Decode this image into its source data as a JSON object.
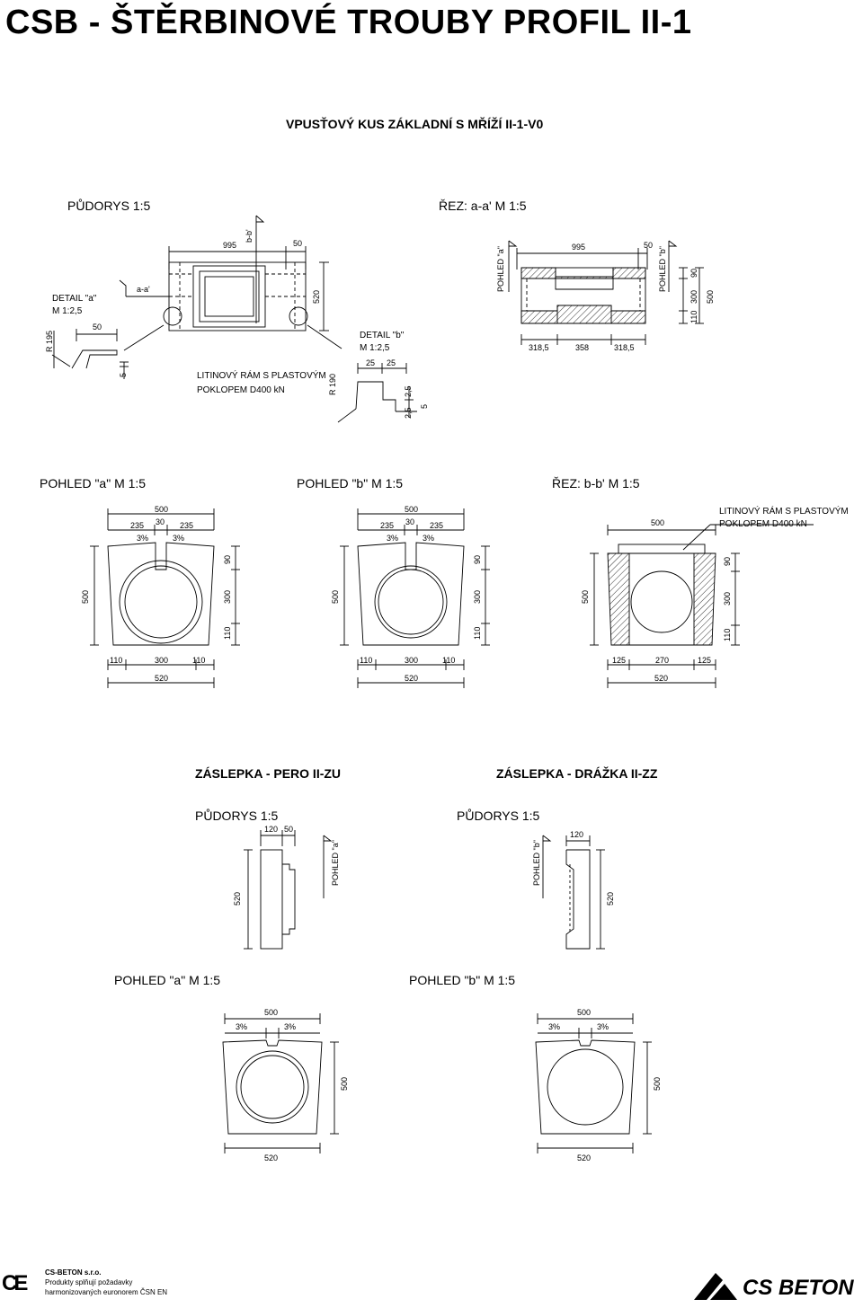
{
  "title": "CSB - ŠTĚRBINOVÉ TROUBY PROFIL II-1",
  "section1": {
    "heading": "VPUSŤOVÝ KUS ZÁKLADNÍ S MŘÍŽÍ II-1-V0",
    "plan_label": "PŮDORYS 1:5",
    "section_aa_label": "ŘEZ: a-a' M 1:5",
    "detail_a": [
      "DETAIL \"a\"",
      "M 1:2,5"
    ],
    "detail_b": [
      "DETAIL \"b\"",
      "M 1:2,5"
    ],
    "note": [
      "LITINOVÝ RÁM S PLASTOVÝM",
      "POKLOPEM D400 kN"
    ],
    "cut_aa": "a-a'",
    "cut_bb": "b-b'",
    "radius_195": "R 195",
    "radius_190": "R 190",
    "view_a_tag": "POHLED \"a\"",
    "view_b_tag": "POHLED \"b\"",
    "dims": {
      "plan_len": "995",
      "plan_end": "50",
      "plan_w": "520",
      "det_a_w": "50",
      "det_a_h": "5",
      "det_b_1": "25",
      "det_b_2": "25",
      "det_b_3": "2,5",
      "det_b_4": "2,5",
      "det_b_5": "5",
      "sec_len": "995",
      "sec_end": "50",
      "sec_v1": "90",
      "sec_v2": "300",
      "sec_v3": "110",
      "sec_v4": "500",
      "sec_b1": "318,5",
      "sec_b2": "358",
      "sec_b3": "318,5"
    }
  },
  "views": [
    {
      "label": "POHLED \"a\" M 1:5",
      "top": "500",
      "t1": "235",
      "t2": "30",
      "t3": "235",
      "s1": "3%",
      "s2": "3%",
      "h": "500",
      "r1": "90",
      "r2": "300",
      "r3": "110",
      "b1": "110",
      "b2": "300",
      "b3": "110",
      "b": "520"
    },
    {
      "label": "POHLED \"b\" M 1:5",
      "top": "500",
      "t1": "235",
      "t2": "30",
      "t3": "235",
      "s1": "3%",
      "s2": "3%",
      "h": "500",
      "r1": "90",
      "r2": "300",
      "r3": "110",
      "b1": "110",
      "b2": "300",
      "b3": "110",
      "b": "520"
    },
    {
      "label": "ŘEZ: b-b' M 1:5",
      "top": "500",
      "h": "500",
      "r1": "90",
      "r2": "300",
      "r3": "110",
      "b1": "125",
      "b2": "270",
      "b3": "125",
      "b": "520",
      "note": [
        "LITINOVÝ RÁM S PLASTOVÝM",
        "POKLOPEM D400 kN"
      ]
    }
  ],
  "section2": {
    "pero_title": "ZÁSLEPKA - PERO II-ZU",
    "drazka_title": "ZÁSLEPKA - DRÁŽKA II-ZZ",
    "plan_label_1": "PŮDORYS 1:5",
    "plan_label_2": "PŮDORYS 1:5",
    "pero_dims": {
      "a": "120",
      "b": "50",
      "h": "520"
    },
    "drazka_dims": {
      "a": "120",
      "h": "520"
    },
    "tag_a": "POHLED \"a\"",
    "tag_b": "POHLED \"b\"",
    "view_a_label": "POHLED \"a\" M 1:5",
    "view_b_label": "POHLED \"b\" M 1:5",
    "cap_a": {
      "top": "500",
      "s1": "3%",
      "s2": "3%",
      "h": "500",
      "b": "520"
    },
    "cap_b": {
      "top": "500",
      "s1": "3%",
      "s2": "3%",
      "h": "500",
      "b": "520"
    }
  },
  "footer": {
    "ce": "CE",
    "company": "CS-BETON s.r.o.",
    "line1": "Produkty splňují požadavky",
    "line2": "harmonizovaných euronorem ČSN EN",
    "brand": "CS BETON"
  }
}
